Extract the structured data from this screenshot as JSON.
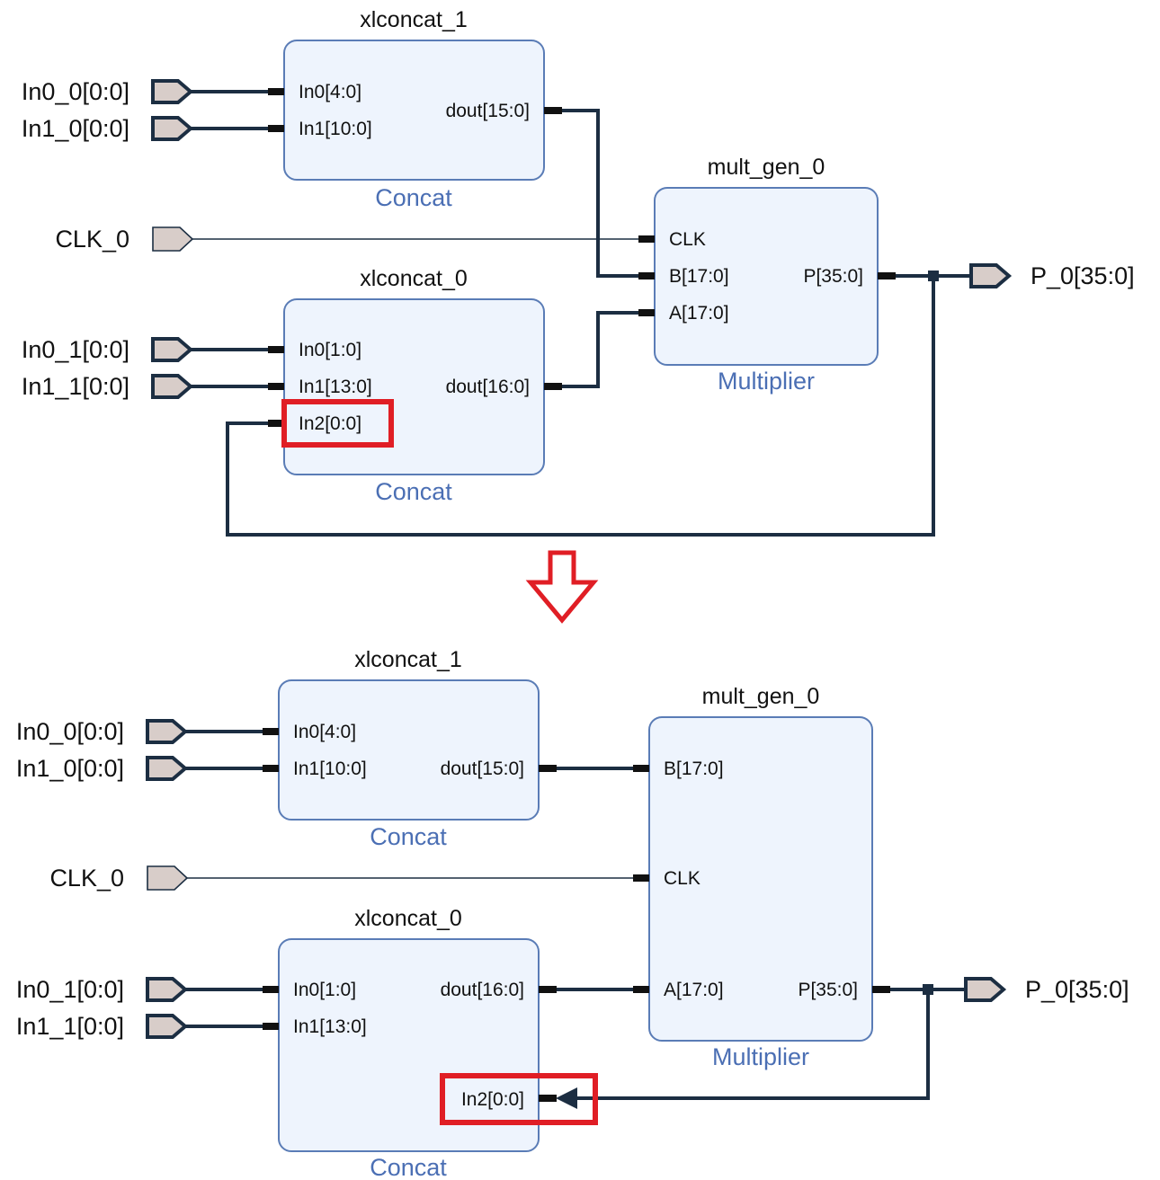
{
  "top": {
    "ext_inputs": {
      "in0_0": "In0_0[0:0]",
      "in1_0": "In1_0[0:0]",
      "clk": "CLK_0",
      "in0_1": "In0_1[0:0]",
      "in1_1": "In1_1[0:0]"
    },
    "ext_output": "P_0[35:0]",
    "xlconcat_1": {
      "name": "xlconcat_1",
      "type": "Concat",
      "pins": {
        "in0": "In0[4:0]",
        "in1": "In1[10:0]",
        "dout": "dout[15:0]"
      }
    },
    "xlconcat_0": {
      "name": "xlconcat_0",
      "type": "Concat",
      "pins": {
        "in0": "In0[1:0]",
        "in1": "In1[13:0]",
        "in2": "In2[0:0]",
        "dout": "dout[16:0]"
      }
    },
    "mult_gen_0": {
      "name": "mult_gen_0",
      "type": "Multiplier",
      "pins": {
        "clk": "CLK",
        "b": "B[17:0]",
        "a": "A[17:0]",
        "p": "P[35:0]"
      }
    }
  },
  "bottom": {
    "ext_inputs": {
      "in0_0": "In0_0[0:0]",
      "in1_0": "In1_0[0:0]",
      "clk": "CLK_0",
      "in0_1": "In0_1[0:0]",
      "in1_1": "In1_1[0:0]"
    },
    "ext_output": "P_0[35:0]",
    "xlconcat_1": {
      "name": "xlconcat_1",
      "type": "Concat",
      "pins": {
        "in0": "In0[4:0]",
        "in1": "In1[10:0]",
        "dout": "dout[15:0]"
      }
    },
    "xlconcat_0": {
      "name": "xlconcat_0",
      "type": "Concat",
      "pins": {
        "in0": "In0[1:0]",
        "in1": "In1[13:0]",
        "dout": "dout[16:0]",
        "in2": "In2[0:0]"
      }
    },
    "mult_gen_0": {
      "name": "mult_gen_0",
      "type": "Multiplier",
      "pins": {
        "b": "B[17:0]",
        "clk": "CLK",
        "a": "A[17:0]",
        "p": "P[35:0]"
      }
    }
  },
  "colors": {
    "block_fill": "#eef4fd",
    "block_stroke": "#5a7cb6",
    "block_type_text": "#4b6fb4",
    "wire": "#1c2e42",
    "port_fill": "#d8cdc9",
    "highlight": "#e01e25"
  }
}
